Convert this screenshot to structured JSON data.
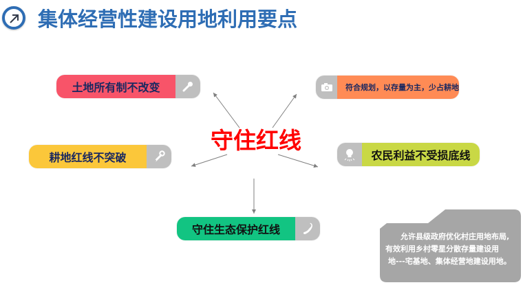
{
  "header": {
    "icon": "arrow-up-right-circle-icon",
    "title": "集体经营性建设用地利用要点"
  },
  "center": {
    "label": "守住红线"
  },
  "items": [
    {
      "label": "土地所有制不改变",
      "icon": "microphone-icon",
      "color": "#f85469",
      "position": "top-left"
    },
    {
      "label": "符合规划，以存量为主，少占耕地",
      "icon": "camera-icon",
      "color": "#ff8b55",
      "position": "top-right"
    },
    {
      "label": "耕地红线不突破",
      "icon": "wrench-icon",
      "color": "#fbc73a",
      "position": "middle-left"
    },
    {
      "label": "农民利益不受损底线",
      "icon": "lightbulb-icon",
      "color": "#c9d845",
      "position": "middle-right"
    },
    {
      "label": "守住生态保护红线",
      "icon": "phone-icon",
      "color": "#12c482",
      "position": "bottom"
    }
  ],
  "note": {
    "lines": [
      "允许县级政府优化村庄用地布局,",
      "有效利用乡村零星分散存量建设用",
      "地---宅基地、集体经营地建设用地。"
    ],
    "color": "#a6a6a6"
  }
}
